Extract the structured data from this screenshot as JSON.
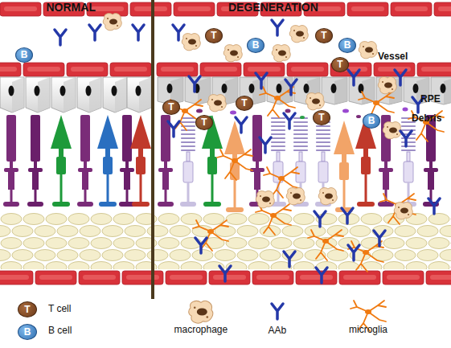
{
  "diagram": {
    "nodes": [
      {
        "text": [
          "B"
        ]
      },
      {
        "text": [
          "T"
        ]
      },
      {
        "text": [
          "B"
        ]
      },
      {
        "text": [
          "T"
        ]
      },
      {
        "text": [
          "B"
        ]
      },
      {
        "text": [
          "T"
        ]
      },
      {
        "text": [
          "T"
        ]
      },
      {
        "text": [
          "T"
        ]
      },
      {
        "text": [
          "T"
        ]
      },
      {
        "text": [
          "B"
        ]
      },
      {
        "text": [
          "T"
        ]
      }
    ],
    "labels": [
      "NORMAL",
      "DEGENERATION",
      "Vessel",
      "RPE",
      "Debris",
      "T",
      "B"
    ],
    "legend": [
      {
        "text": "T cell"
      },
      {
        "text": "B cell"
      },
      {
        "text": "macrophage"
      },
      {
        "text": "AAb"
      },
      {
        "text": "microglia"
      }
    ]
  }
}
